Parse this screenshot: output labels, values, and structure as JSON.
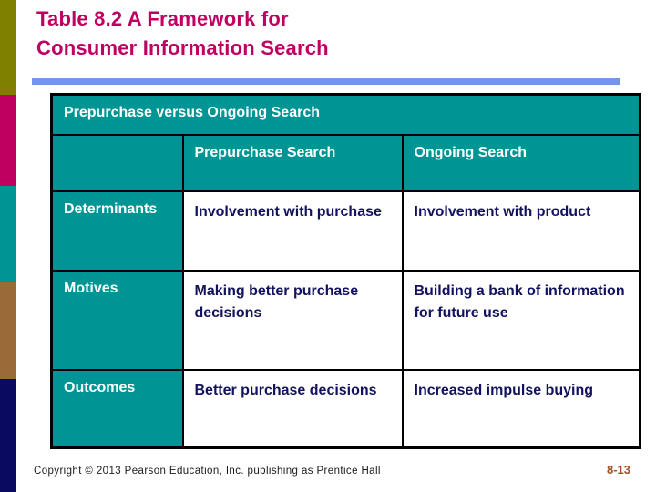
{
  "slide": {
    "title_line1": "Table 8.2 A Framework for",
    "title_line2": "Consumer Information Search"
  },
  "table": {
    "merged_header": "Prepurchase versus Ongoing Search",
    "column_headers": {
      "col2": "Prepurchase Search",
      "col3": "Ongoing Search"
    },
    "rows": [
      {
        "label": "Determinants",
        "prepurchase": "Involvement with purchase",
        "ongoing": "Involvement with product"
      },
      {
        "label": "Motives",
        "prepurchase": "Making better purchase decisions",
        "ongoing": "Building a bank of information for future use"
      },
      {
        "label": "Outcomes",
        "prepurchase": "Better purchase decisions",
        "ongoing": "Increased impulse buying"
      }
    ]
  },
  "footer": {
    "copyright": "Copyright © 2013 Pearson Education, Inc. publishing as Prentice Hall",
    "page_number": "8-13"
  },
  "colors": {
    "title": "#c00060",
    "table_teal": "#009595",
    "cell_text_navy": "#12125e",
    "divider_blue": "#7396e8",
    "page_number": "#a34e28",
    "sidebar_olive": "#7f7f00",
    "sidebar_magenta": "#c00060",
    "sidebar_teal": "#009595",
    "sidebar_brown": "#9a6a38",
    "sidebar_navy": "#0a0a60"
  }
}
